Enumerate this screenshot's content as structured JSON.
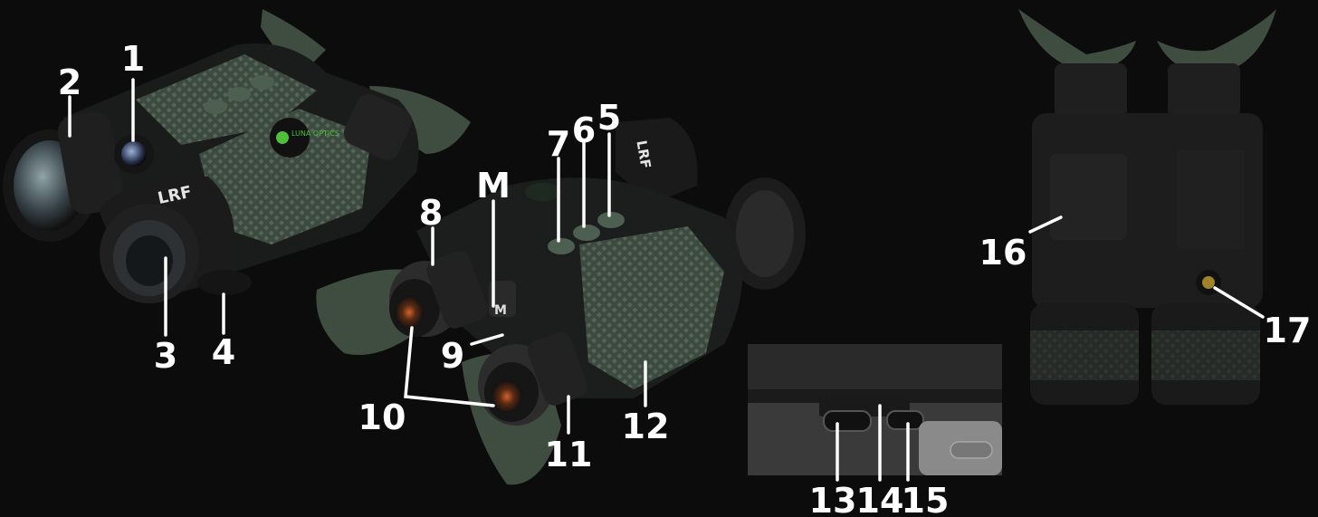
{
  "callouts": [
    {
      "id": "1",
      "text": "1"
    },
    {
      "id": "2",
      "text": "2"
    },
    {
      "id": "3",
      "text": "3"
    },
    {
      "id": "4",
      "text": "4"
    },
    {
      "id": "5",
      "text": "5"
    },
    {
      "id": "6",
      "text": "6"
    },
    {
      "id": "7",
      "text": "7"
    },
    {
      "id": "8",
      "text": "8"
    },
    {
      "id": "M",
      "text": "M"
    },
    {
      "id": "9",
      "text": "9"
    },
    {
      "id": "10",
      "text": "10"
    },
    {
      "id": "11",
      "text": "11"
    },
    {
      "id": "12",
      "text": "12"
    },
    {
      "id": "13",
      "text": "13"
    },
    {
      "id": "14",
      "text": "14"
    },
    {
      "id": "15",
      "text": "15"
    },
    {
      "id": "16",
      "text": "16"
    },
    {
      "id": "17",
      "text": "17"
    }
  ],
  "device_markings": {
    "lrf_front": "LRF",
    "lrf_top": "LRF",
    "mode_button": "M",
    "brand_logo": "LUNA OPTICS"
  }
}
